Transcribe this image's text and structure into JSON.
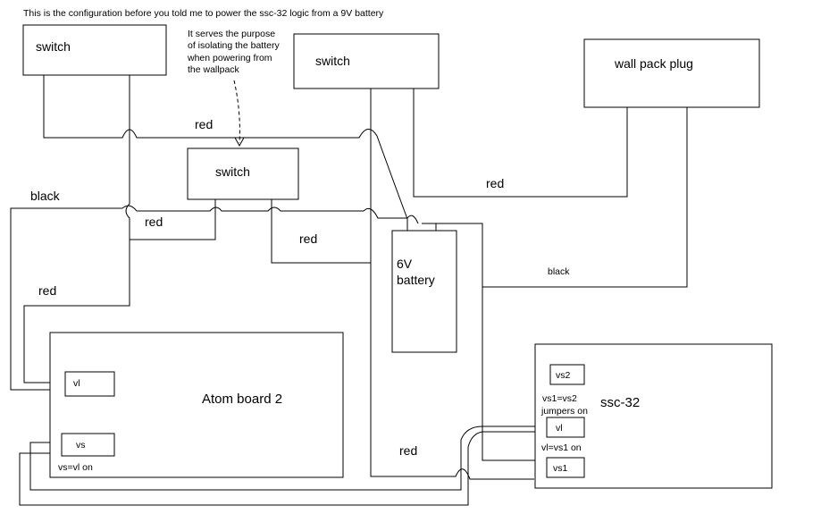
{
  "caption": "This is the configuration before you told me to power the ssc-32 logic from a 9V battery",
  "note_lines": [
    "It serves the purpose",
    "of isolating the battery",
    "when powering from",
    "the wallpack"
  ],
  "components": {
    "switch_left": "switch",
    "switch_middle": "switch",
    "switch_top": "switch",
    "wall_pack": "wall pack plug",
    "battery_line1": "6V",
    "battery_line2": "battery",
    "atom_board": "Atom board 2",
    "atom_vl": "vl",
    "atom_vs": "vs",
    "atom_jumper_note": "vs=vl on",
    "ssc": "ssc-32",
    "ssc_vs2": "vs2",
    "ssc_vl": "vl",
    "ssc_vs1": "vs1",
    "ssc_jumper1_line1": "vs1=vs2",
    "ssc_jumper1_line2": "jumpers on",
    "ssc_jumper2": "vl=vs1  on"
  },
  "wire_labels": {
    "red_top": "red",
    "red_wallpack": "red",
    "black_left": "black",
    "red_mid_left": "red",
    "red_mid": "red",
    "red_left": "red",
    "black_wallpack": "black",
    "red_bottom": "red"
  }
}
